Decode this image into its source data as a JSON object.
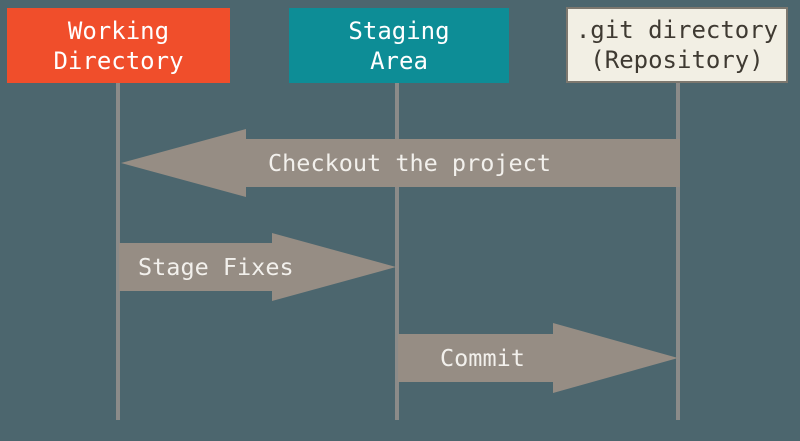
{
  "colors": {
    "background": "#4c666e",
    "arrow": "#968d84",
    "line": "#8b8b89",
    "arrow_text": "#f2f0ec",
    "working_directory_bg": "#f04e2b",
    "working_directory_text": "#ffffff",
    "staging_area_bg": "#0d8d96",
    "staging_area_text": "#ffffff",
    "git_directory_bg": "#f2efe4",
    "git_directory_text": "#3f3a32"
  },
  "columns": [
    {
      "id": "working-directory",
      "label": "Working\nDirectory"
    },
    {
      "id": "staging-area",
      "label": "Staging\nArea"
    },
    {
      "id": "git-directory",
      "label": ".git directory\n(Repository)"
    }
  ],
  "arrows": [
    {
      "id": "checkout",
      "label": "Checkout the project",
      "direction": "left",
      "from": "git-directory",
      "to": "working-directory"
    },
    {
      "id": "stage-fixes",
      "label": "Stage Fixes",
      "direction": "right",
      "from": "working-directory",
      "to": "staging-area"
    },
    {
      "id": "commit",
      "label": "Commit",
      "direction": "right",
      "from": "staging-area",
      "to": "git-directory"
    }
  ]
}
